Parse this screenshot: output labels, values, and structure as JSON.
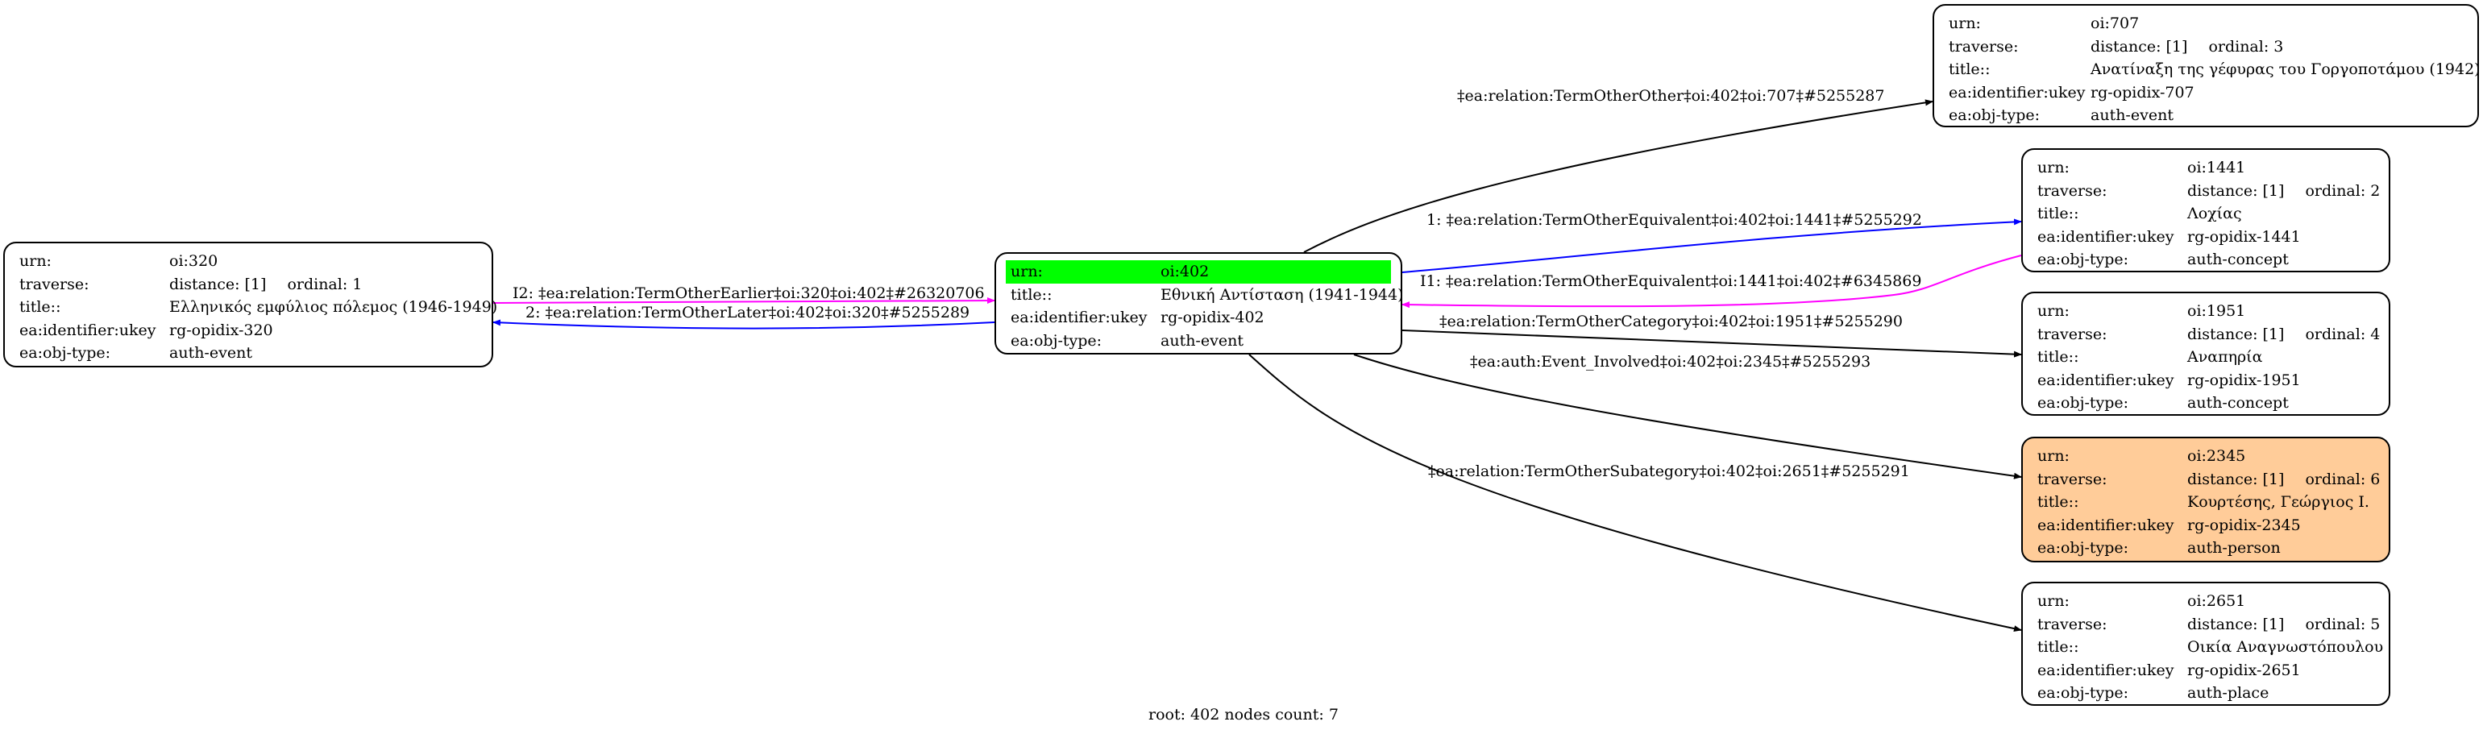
{
  "field_labels": {
    "urn": "urn:",
    "traverse": "traverse:",
    "title": "title::",
    "ukey": "ea:identifier:ukey",
    "objtype": "ea:obj-type:"
  },
  "nodes": {
    "n320": {
      "urn": "oi:320",
      "distance": "distance: [1]",
      "ordinal": "ordinal: 1",
      "title": "Ελληνικός εμφύλιος πόλεμος (1946-1949)",
      "ukey": "rg-opidix-320",
      "objtype": "auth-event"
    },
    "n402": {
      "urn": "oi:402",
      "title": "Εθνική Αντίσταση (1941-1944)",
      "ukey": "rg-opidix-402",
      "objtype": "auth-event"
    },
    "n707": {
      "urn": "oi:707",
      "distance": "distance: [1]",
      "ordinal": "ordinal: 3",
      "title": "Ανατίναξη της γέφυρας του Γοργοποτάμου (1942)",
      "ukey": "rg-opidix-707",
      "objtype": "auth-event"
    },
    "n1441": {
      "urn": "oi:1441",
      "distance": "distance: [1]",
      "ordinal": "ordinal: 2",
      "title": "Λοχίας",
      "ukey": "rg-opidix-1441",
      "objtype": "auth-concept"
    },
    "n1951": {
      "urn": "oi:1951",
      "distance": "distance: [1]",
      "ordinal": "ordinal: 4",
      "title": "Αναπηρία",
      "ukey": "rg-opidix-1951",
      "objtype": "auth-concept"
    },
    "n2345": {
      "urn": "oi:2345",
      "distance": "distance: [1]",
      "ordinal": "ordinal: 6",
      "title": "Κουρτέσης, Γεώργιος Ι.",
      "ukey": "rg-opidix-2345",
      "objtype": "auth-person"
    },
    "n2651": {
      "urn": "oi:2651",
      "distance": "distance: [1]",
      "ordinal": "ordinal: 5",
      "title": "Οικία Αναγνωστόπουλου",
      "ukey": "rg-opidix-2651",
      "objtype": "auth-place"
    }
  },
  "edges": {
    "e707": "‡ea:relation:TermOtherOther‡oi:402‡oi:707‡#5255287",
    "e1441_out": "1: ‡ea:relation:TermOtherEquivalent‡oi:402‡oi:1441‡#5255292",
    "e1441_in": "I1: ‡ea:relation:TermOtherEquivalent‡oi:1441‡oi:402‡#6345869",
    "e1951": "‡ea:relation:TermOtherCategory‡oi:402‡oi:1951‡#5255290",
    "e2345": "‡ea:auth:Event_Involved‡oi:402‡oi:2345‡#5255293",
    "e2651": "‡ea:relation:TermOtherSubategory‡oi:402‡oi:2651‡#5255291",
    "e320_in": "I2: ‡ea:relation:TermOtherEarlier‡oi:320‡oi:402‡#26320706",
    "e320_out": "2: ‡ea:relation:TermOtherLater‡oi:402‡oi:320‡#5255289"
  },
  "colors": {
    "default_edge": "#000000",
    "equivalent_edge": "#0000ff",
    "inverse_edge": "#ff00ff",
    "root_highlight": "#00ff00",
    "person_fill": "#ffcc99"
  },
  "footer": "root: 402 nodes count: 7"
}
